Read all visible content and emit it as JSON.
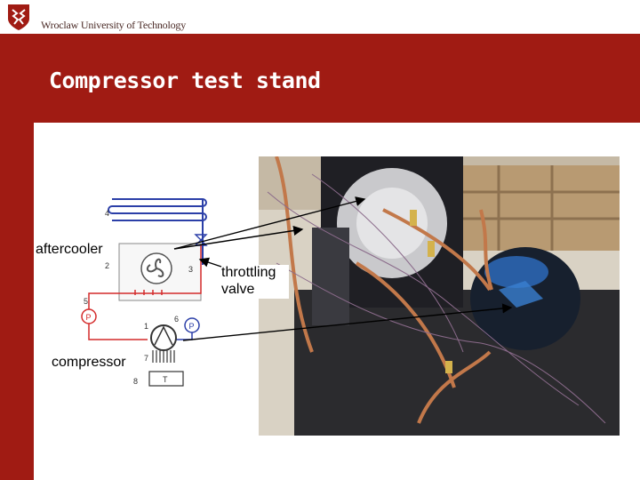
{
  "header": {
    "university": "Wroclaw University of Technology",
    "logo_icon": "university-crest-icon"
  },
  "slide": {
    "title": "Compressor test stand"
  },
  "labels": {
    "aftercooler": "aftercooler",
    "throttling_line1": "throttling",
    "throttling_line2": "valve",
    "compressor": "compressor"
  },
  "schematic": {
    "numbers": [
      "4",
      "2",
      "3",
      "5",
      "1",
      "6",
      "7",
      "8"
    ],
    "gauge_label": "P",
    "tank_label": "T"
  },
  "colors": {
    "brand_red": "#a01b13",
    "schematic_blue": "#2b3fa8",
    "schematic_red": "#d42a2a"
  }
}
